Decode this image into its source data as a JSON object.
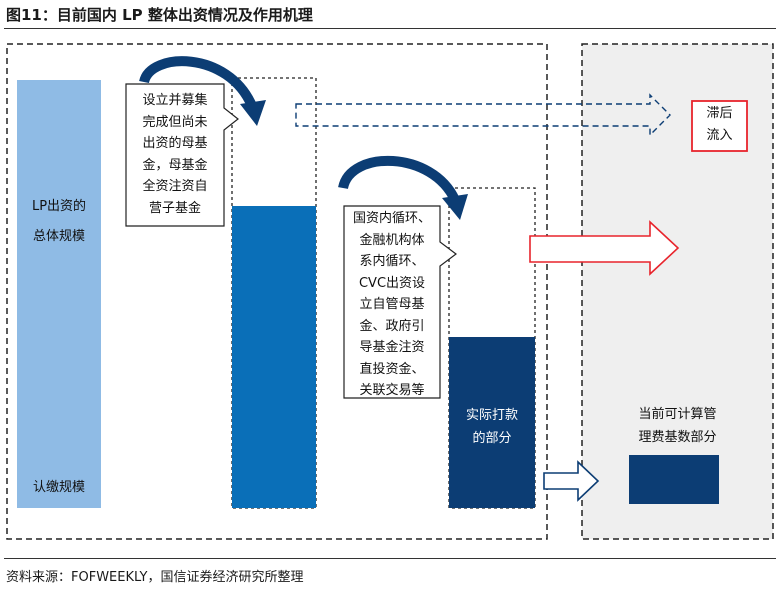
{
  "figure": {
    "title": "图11：目前国内 LP 整体出资情况及作用机理",
    "source": "资料来源：FOFWEEKLY，国信证券经济研究所整理"
  },
  "bars": {
    "lp_total_top": "LP出资的",
    "lp_total_bottom": "总体规模",
    "lp_committed": "认缴规模",
    "paid_in_line1": "实际打款",
    "paid_in_line2": "的部分"
  },
  "callouts": {
    "callout1_lines": [
      "设立并募集",
      "完成但尚未",
      "出资的母基",
      "金，母基金",
      "全资注资自",
      "营子基金"
    ],
    "callout2_lines": [
      "国资内循环、",
      "金融机构体",
      "系内循环、",
      "CVC出资设",
      "立自管母基",
      "金、政府引",
      "导基金注资",
      "直投资金、",
      "关联交易等"
    ]
  },
  "right_panel": {
    "delayed_line1": "滞后",
    "delayed_line2": "流入",
    "mgmt_line1": "当前可计算管",
    "mgmt_line2": "理费基数部分"
  },
  "colors": {
    "light_blue": "#8fbbe5",
    "mid_blue": "#0a6fb8",
    "dark_blue": "#0c3d74",
    "red": "#e8242c",
    "panel_gray": "#efefef"
  }
}
